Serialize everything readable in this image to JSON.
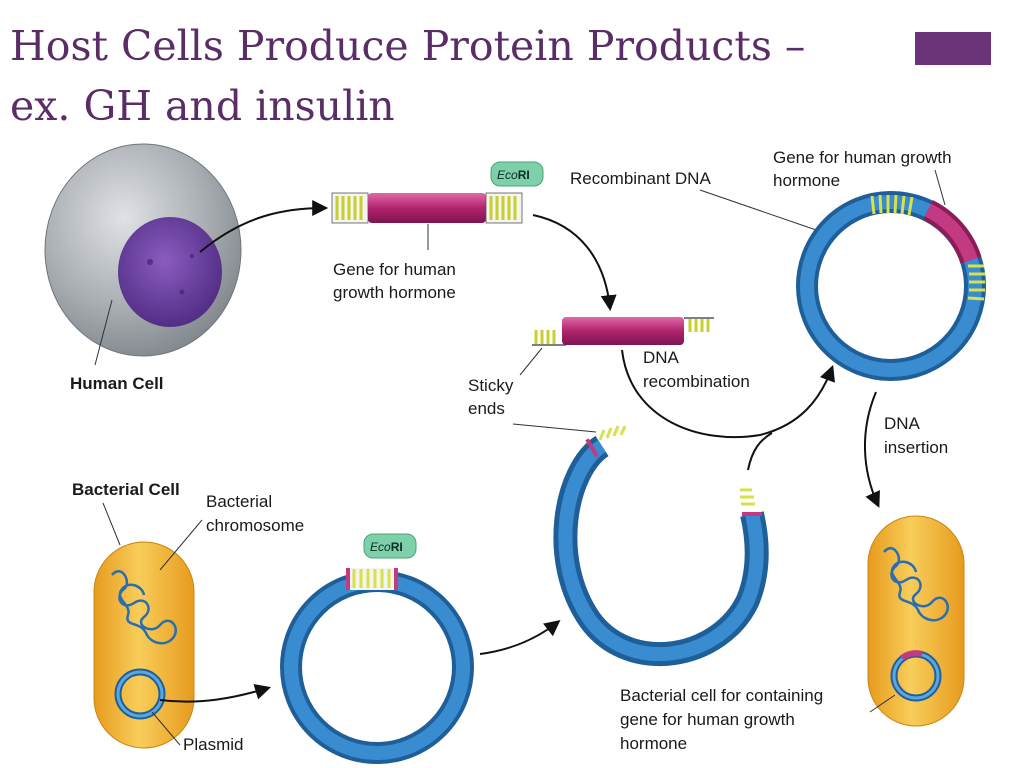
{
  "slide": {
    "title_line1": "Host Cells Produce Protein Products –",
    "title_line2": "ex. GH and insulin"
  },
  "labels": {
    "human_cell": "Human Cell",
    "gene_for_human_line1": "Gene for human",
    "gene_for_human_line2": "growth hormone",
    "recombinant_dna": "Recombinant DNA",
    "gene_top_right_line1": "Gene for human growth",
    "gene_top_right_line2": "hormone",
    "sticky_ends_line1": "Sticky",
    "sticky_ends_line2": "ends",
    "dna_recombination_line1": "DNA",
    "dna_recombination_line2": "recombination",
    "dna_insertion_line1": "DNA",
    "dna_insertion_line2": "insertion",
    "bacterial_cell": "Bacterial Cell",
    "bacterial_chromosome_line1": "Bacterial",
    "bacterial_chromosome_line2": "chromosome",
    "plasmid": "Plasmid",
    "bacterial_result_line1": "Bacterial cell for containing",
    "bacterial_result_line2": "gene for human growth",
    "bacterial_result_line3": "hormone"
  },
  "enzyme": {
    "prefix": "Eco",
    "suffix": "RI"
  },
  "colors": {
    "title": "#5a2d66",
    "accent_bar": "#6b3479",
    "dna_ring": "#2b78b8",
    "gene_segment": "#b0246e",
    "sticky_end": "#d9e04a",
    "bacterium": "#f3b53a",
    "nucleus": "#6a3a9a",
    "cell": "#8e9499",
    "enzyme_badge": "#7ed0a8"
  }
}
